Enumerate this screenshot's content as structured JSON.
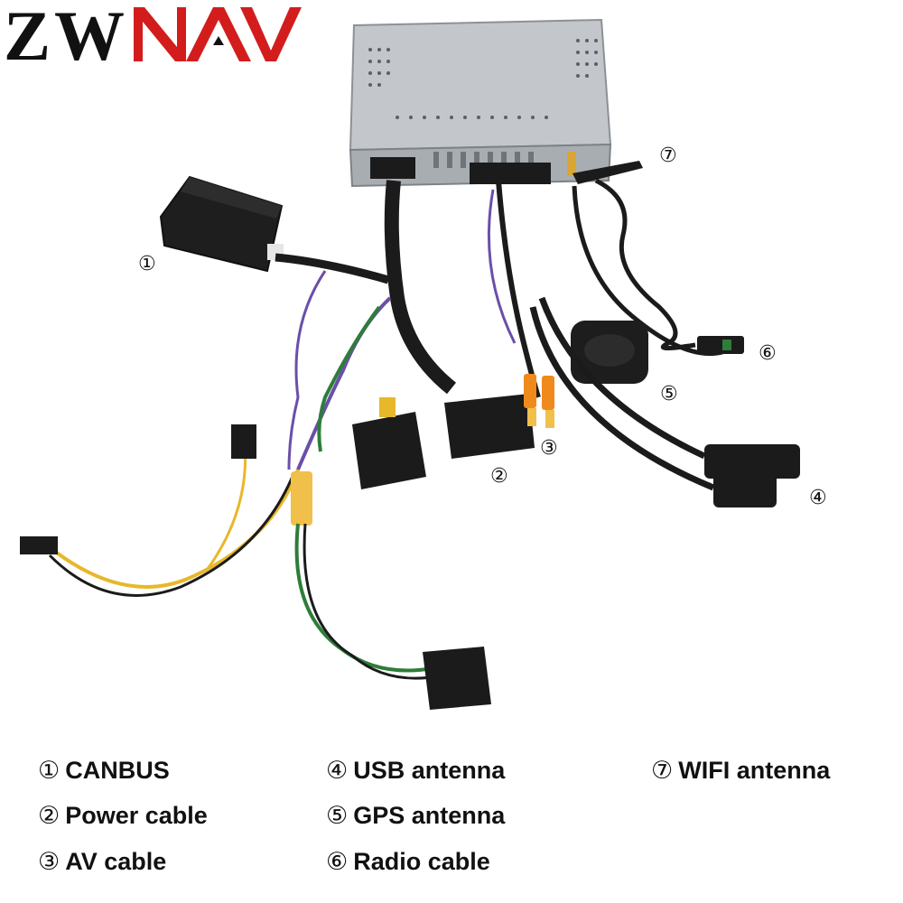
{
  "brand": {
    "logo_text": "ZWNAV",
    "colors": {
      "dark": "#111111",
      "accent": "#d31d1d"
    }
  },
  "callouts": [
    "①",
    "②",
    "③",
    "④",
    "⑤",
    "⑥",
    "⑦"
  ],
  "legend": [
    {
      "num": "①",
      "label": "CANBUS"
    },
    {
      "num": "②",
      "label": "Power cable"
    },
    {
      "num": "③",
      "label": "AV cable"
    },
    {
      "num": "④",
      "label": "USB antenna"
    },
    {
      "num": "⑤",
      "label": "GPS antenna"
    },
    {
      "num": "⑥",
      "label": "Radio cable"
    },
    {
      "num": "⑦",
      "label": "WIFI antenna"
    }
  ],
  "colors": {
    "head_unit": "#b9bdc2",
    "connector": "#1b1b1b",
    "wire_yellow": "#e8b72a",
    "wire_purple": "#6a4fa8",
    "wire_green": "#2e7d3a",
    "rca_orange": "#f08a1c"
  }
}
